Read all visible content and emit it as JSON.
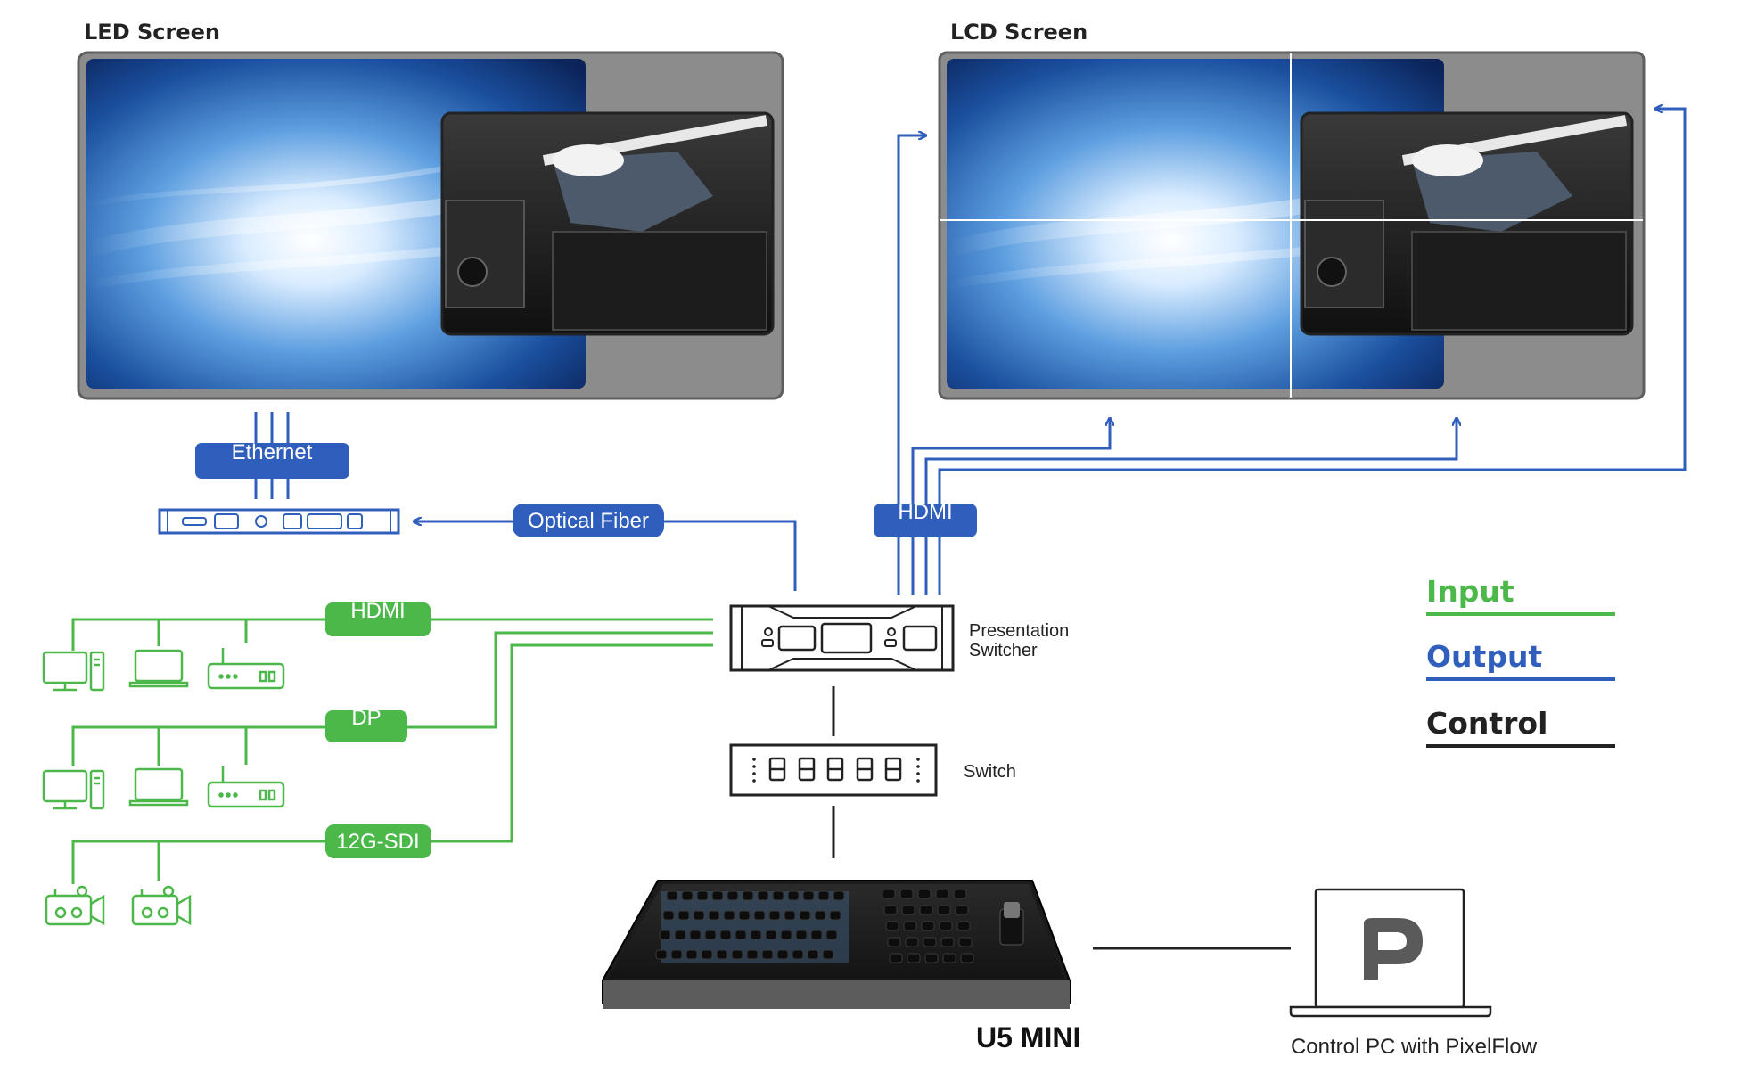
{
  "screens": {
    "led_title": "LED Screen",
    "lcd_title": "LCD Screen"
  },
  "connections": {
    "ethernet": "Ethernet",
    "optical_fiber": "Optical Fiber",
    "hdmi_output": "HDMI",
    "hdmi_input": "HDMI",
    "dp_input": "DP",
    "sdi_input": "12G-SDI"
  },
  "devices": {
    "presentation_switcher_line1": "Presentation",
    "presentation_switcher_line2": "Switcher",
    "switch": "Switch",
    "controller": "U5 MINI",
    "control_pc": "Control PC with PixelFlow"
  },
  "legend": {
    "input": {
      "label": "Input",
      "color": "#4cb84a"
    },
    "output": {
      "label": "Output",
      "color": "#2f5ebd"
    },
    "control": {
      "label": "Control",
      "color": "#222222"
    }
  },
  "colors": {
    "input_line": "#4cb84a",
    "output_line": "#2f5ebd",
    "pill_blue": "#2f5ebd",
    "pill_green": "#4cb84a",
    "bezel": "#8a8a8a"
  },
  "icons": {
    "hdmi_sources": [
      "desktop-pc-icon",
      "laptop-icon",
      "media-box-icon"
    ],
    "dp_sources": [
      "desktop-pc-icon",
      "laptop-icon",
      "media-box-icon"
    ],
    "sdi_sources": [
      "camera-icon",
      "camera-icon"
    ],
    "pixelflow_logo": "pixelflow-logo-icon"
  }
}
